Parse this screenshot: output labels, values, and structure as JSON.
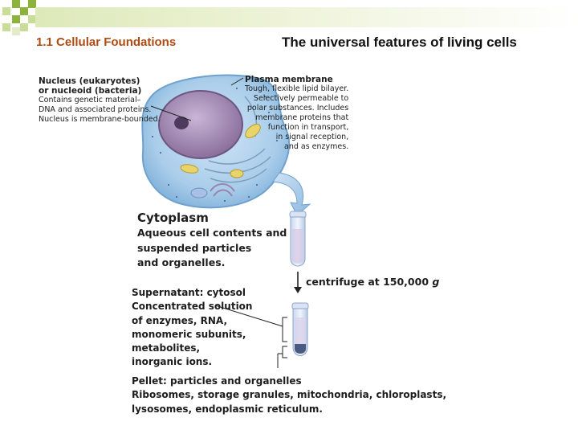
{
  "header": {
    "left_title": "1.1 Cellular Foundations",
    "right_title": "The universal features of living cells"
  },
  "figure": {
    "nucleus": {
      "title_lines": [
        "Nucleus (eukaryotes)",
        "or nucleoid (bacteria)"
      ],
      "desc_lines": [
        "Contains genetic material–",
        "DNA and associated proteins.",
        "Nucleus is membrane-bounded."
      ]
    },
    "plasma_membrane": {
      "title": "Plasma membrane",
      "desc_lines": [
        "Tough, flexible lipid bilayer.",
        "Selectively permeable to",
        "polar substances. Includes",
        "membrane proteins that",
        "function in transport,",
        "in signal reception,",
        "and as enzymes."
      ]
    },
    "cytoplasm": {
      "title": "Cytoplasm",
      "desc_lines": [
        "Aqueous cell contents and",
        "suspended particles",
        "and organelles."
      ]
    },
    "centrifuge": {
      "text": "centrifuge at 150,000 ",
      "unit": "g"
    },
    "supernatant": {
      "lines": [
        "Supernatant: cytosol",
        "Concentrated solution",
        "of enzymes, RNA,",
        "monomeric subunits,",
        "metabolites,",
        "inorganic ions."
      ]
    },
    "pellet": {
      "lines": [
        "Pellet: particles and organelles",
        "Ribosomes, storage granules, mitochondria, chloroplasts,",
        "lysosomes, endoplasmic reticulum."
      ]
    }
  },
  "colors": {
    "accent_title": "#b04a12",
    "corner_green": "#8cb43a",
    "cell_blue": "#a9cdea",
    "nucleus_purple": "#8a6f9c"
  }
}
